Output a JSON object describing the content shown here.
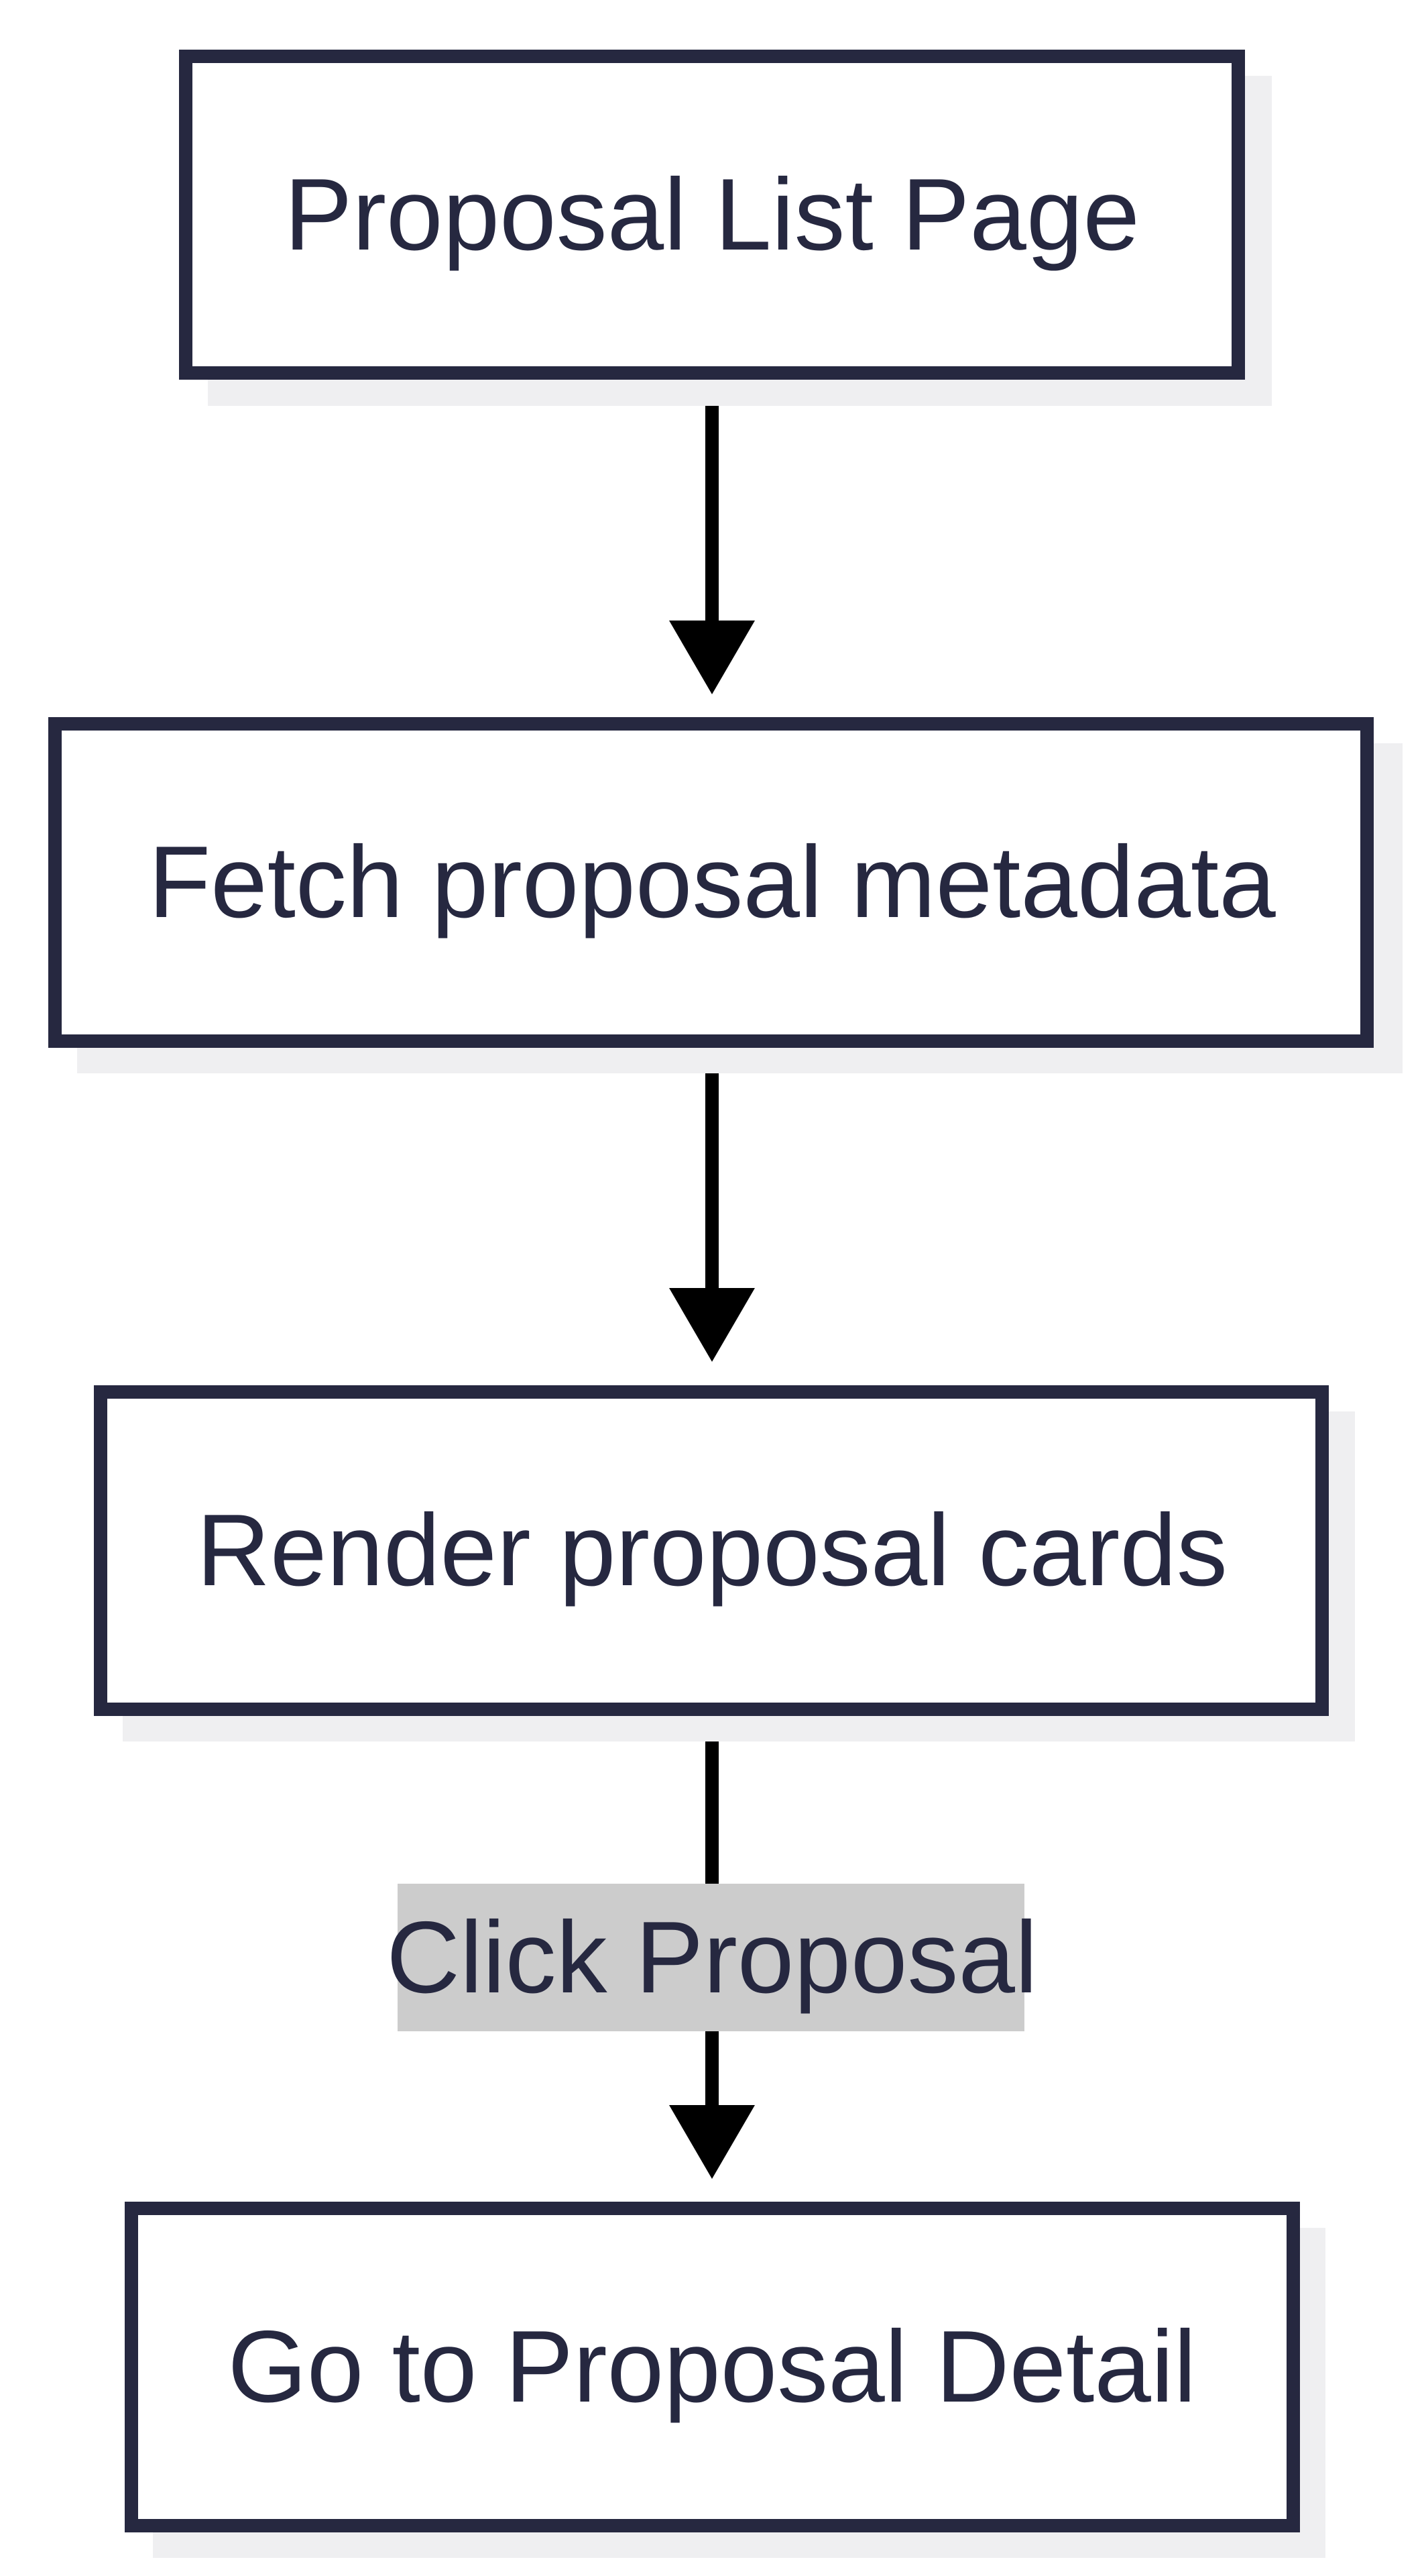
{
  "diagram": {
    "type": "flowchart",
    "direction": "top-to-bottom",
    "colors": {
      "node_border": "#262840",
      "node_fill": "#ffffff",
      "node_shadow": "#efeff1",
      "text": "#262840",
      "edge": "#000000",
      "edge_label_bg": "#cccccc"
    },
    "nodes": [
      {
        "id": "list_page",
        "label": "Proposal List Page"
      },
      {
        "id": "fetch_metadata",
        "label": "Fetch proposal metadata"
      },
      {
        "id": "render_cards",
        "label": "Render proposal cards"
      },
      {
        "id": "proposal_detail",
        "label": "Go to Proposal Detail"
      }
    ],
    "edges": [
      {
        "from": "list_page",
        "to": "fetch_metadata",
        "label": ""
      },
      {
        "from": "fetch_metadata",
        "to": "render_cards",
        "label": ""
      },
      {
        "from": "render_cards",
        "to": "proposal_detail",
        "label": "Click Proposal"
      }
    ]
  }
}
